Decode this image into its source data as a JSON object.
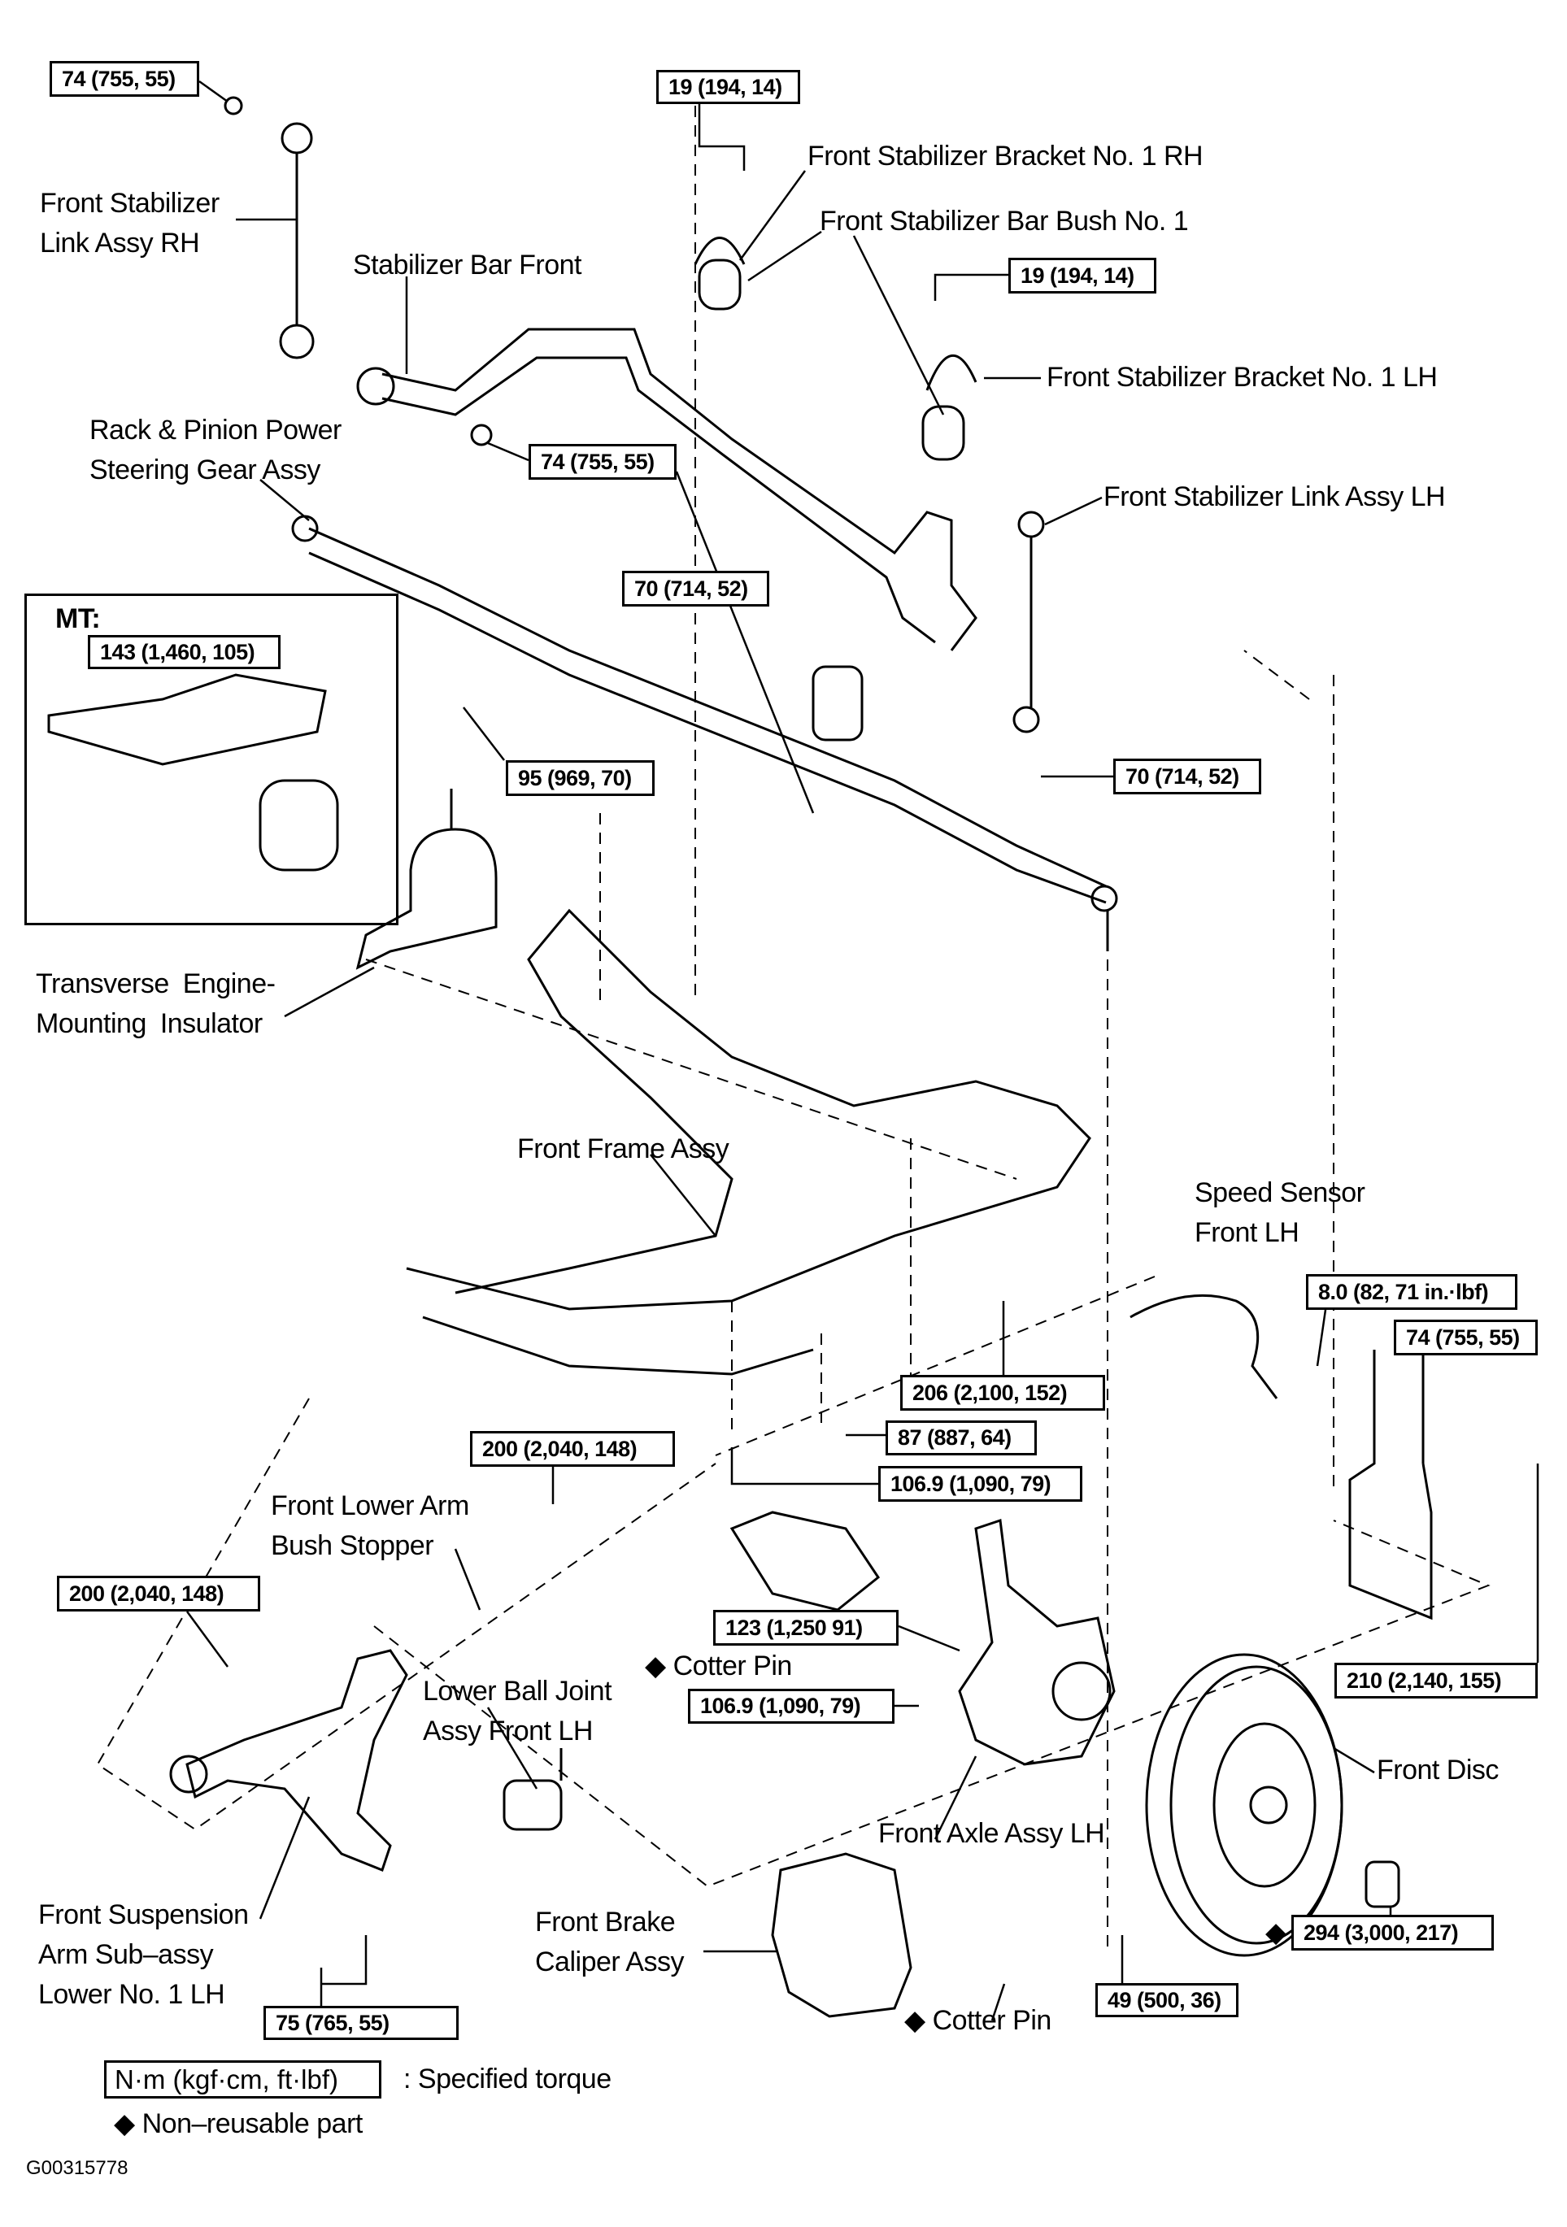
{
  "labels": {
    "stab_link_rh": [
      "Front Stabilizer",
      "Link Assy RH"
    ],
    "stab_bracket_rh": "Front Stabilizer Bracket No. 1 RH",
    "stab_bar_bush": "Front Stabilizer Bar Bush No. 1",
    "stab_bar_front": "Stabilizer Bar Front",
    "stab_bracket_lh": "Front Stabilizer Bracket No. 1 LH",
    "rack_pinion": [
      "Rack & Pinion Power",
      "Steering Gear Assy"
    ],
    "stab_link_lh": "Front Stabilizer Link Assy LH",
    "mt": "MT:",
    "engine_mount": [
      "Transverse Engine-",
      "Mounting Insulator"
    ],
    "front_frame": "Front Frame Assy",
    "speed_sensor": [
      "Speed Sensor",
      "Front LH"
    ],
    "lower_arm_bush_stopper": [
      "Front Lower Arm",
      "Bush Stopper"
    ],
    "cotter_pin_upper": "Cotter Pin",
    "lower_ball_joint": [
      "Lower Ball Joint",
      "Assy Front LH"
    ],
    "front_disc": "Front Disc",
    "front_axle": "Front Axle Assy LH",
    "suspension_arm": [
      "Front Suspension",
      "Arm Sub–assy",
      "Lower No. 1 LH"
    ],
    "brake_caliper": [
      "Front Brake",
      "Caliper Assy"
    ],
    "cotter_pin_lower": "Cotter Pin"
  },
  "torque": {
    "t1": "74 (755, 55)",
    "t2": "19 (194, 14)",
    "t3": "19 (194, 14)",
    "t4": "74 (755, 55)",
    "t5": "143 (1,460, 105)",
    "t6": "70 (714, 52)",
    "t7": "95 (969, 70)",
    "t8": "70 (714, 52)",
    "t9": "8.0 (82, 71 in.·lbf)",
    "t10": "74 (755, 55)",
    "t11": "206 (2,100, 152)",
    "t12": "200 (2,040, 148)",
    "t13": "87 (887, 64)",
    "t14": "106.9 (1,090, 79)",
    "t15": "200 (2,040, 148)",
    "t16": "123 (1,250 91)",
    "t17": "106.9 (1,090, 79)",
    "t18": "210 (2,140, 155)",
    "t19": "294 (3,000, 217)",
    "t20": "49 (500, 36)",
    "t21": "75 (765, 55)"
  },
  "legend": {
    "unit_box": "N·m (kgf·cm, ft·lbf)",
    "unit_desc": ": Specified torque",
    "diamond": "◆",
    "non_reusable": "Non–reusable part"
  },
  "figure_code": "G00315778"
}
